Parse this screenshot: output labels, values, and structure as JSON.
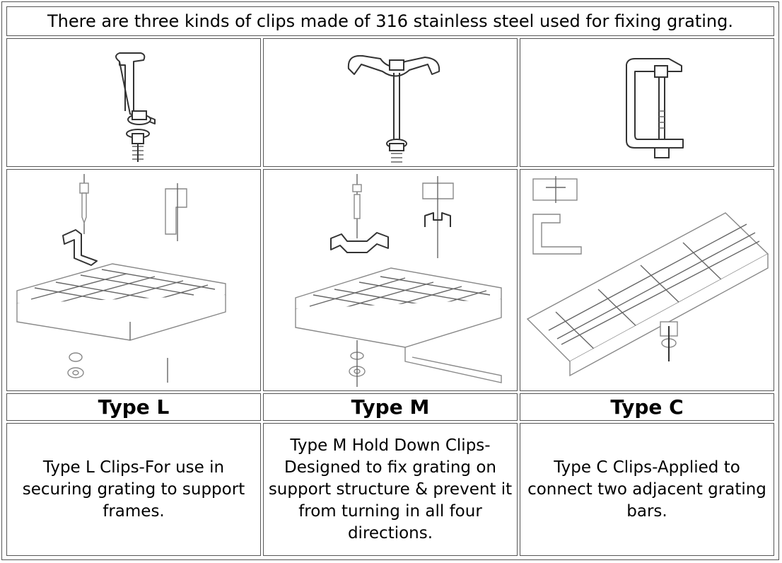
{
  "title": "There are three kinds of clips made of 316 stainless steel used for fixing grating.",
  "clips": [
    {
      "name": "Type L",
      "description": "Type L Clips-For use in securing grating to support frames."
    },
    {
      "name": "Type M",
      "description": "Type M Hold Down Clips-Designed to fix grating on support structure & prevent it from turning in all four directions."
    },
    {
      "name": "Type C",
      "description": "Type C Clips-Applied to connect two adjacent grating bars."
    }
  ]
}
